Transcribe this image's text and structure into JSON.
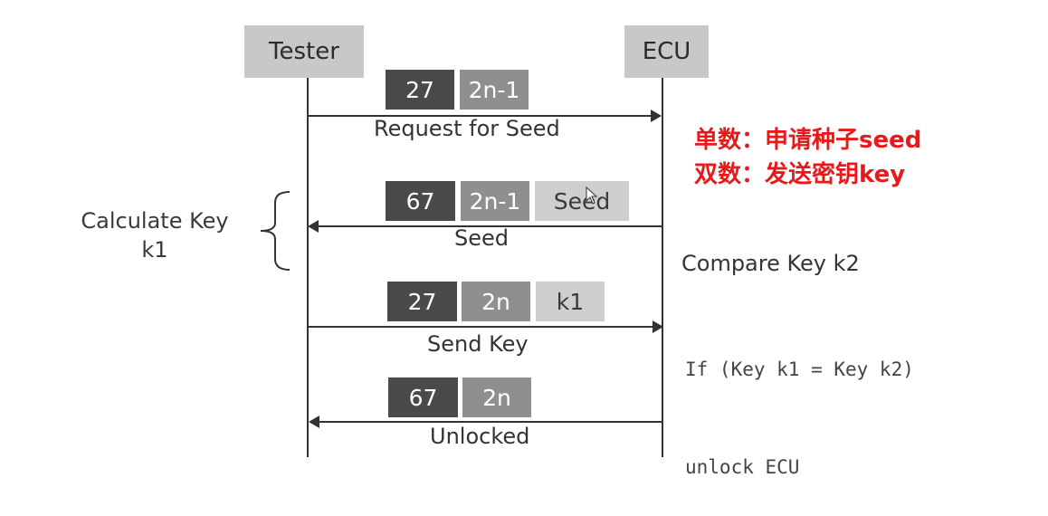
{
  "participants": {
    "tester": "Tester",
    "ecu": "ECU"
  },
  "messages": [
    {
      "boxes": [
        "27",
        "2n-1"
      ],
      "label": "Request for Seed",
      "direction": "tester-to-ecu"
    },
    {
      "boxes": [
        "67",
        "2n-1",
        "Seed"
      ],
      "label": "Seed",
      "direction": "ecu-to-tester"
    },
    {
      "boxes": [
        "27",
        "2n",
        "k1"
      ],
      "label": "Send Key",
      "direction": "tester-to-ecu"
    },
    {
      "boxes": [
        "67",
        "2n"
      ],
      "label": "Unlocked",
      "direction": "ecu-to-tester"
    }
  ],
  "tester_note": {
    "line1": "Calculate Key",
    "line2": "k1"
  },
  "ecu_note": {
    "title": "Compare Key k2",
    "code_line1": "If (Key k1 = Key k2)",
    "code_line2": "unlock ECU"
  },
  "annotation": {
    "line1": "单数：申请种子seed",
    "line2": "双数：发送密钥key",
    "color": "#e8191a"
  },
  "colors": {
    "box_dark": "#4a4a4a",
    "box_mid": "#8f8f8f",
    "box_light": "#cfcfcf",
    "participant": "#c8c8c8"
  }
}
